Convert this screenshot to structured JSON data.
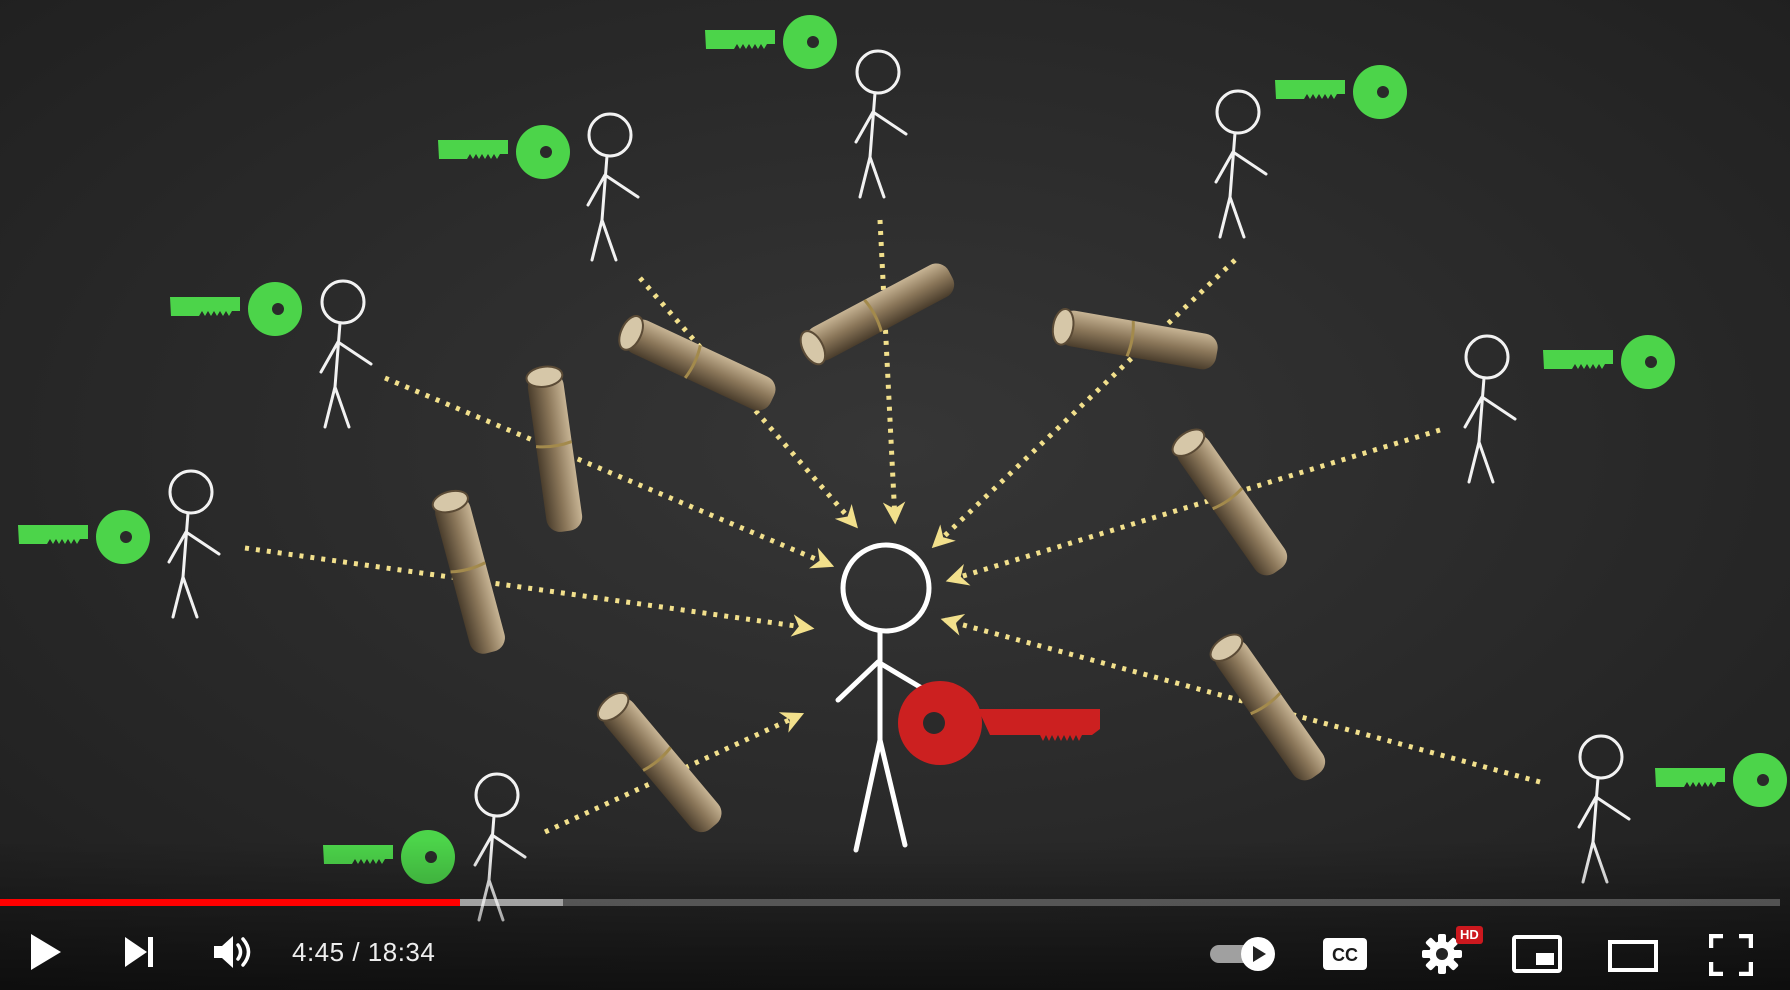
{
  "player": {
    "progress_played_fraction": 0.2587,
    "progress_buffered_fraction": 0.3165,
    "time_current": "4:45",
    "time_separator": " / ",
    "time_duration": "18:34",
    "quality_badge": "HD"
  },
  "controls": {
    "left": [
      "play-icon",
      "next-icon",
      "volume-icon"
    ],
    "right": [
      "autoplay-toggle-icon",
      "captions-icon",
      "gear-icon",
      "miniplayer-icon",
      "theater-mode-icon",
      "fullscreen-icon"
    ],
    "captions_label": "CC"
  },
  "colors": {
    "progress_played": "#ff0000",
    "public_key": "#4cd44a",
    "private_key": "#cc2020",
    "arrow": "#f2e08c"
  }
}
